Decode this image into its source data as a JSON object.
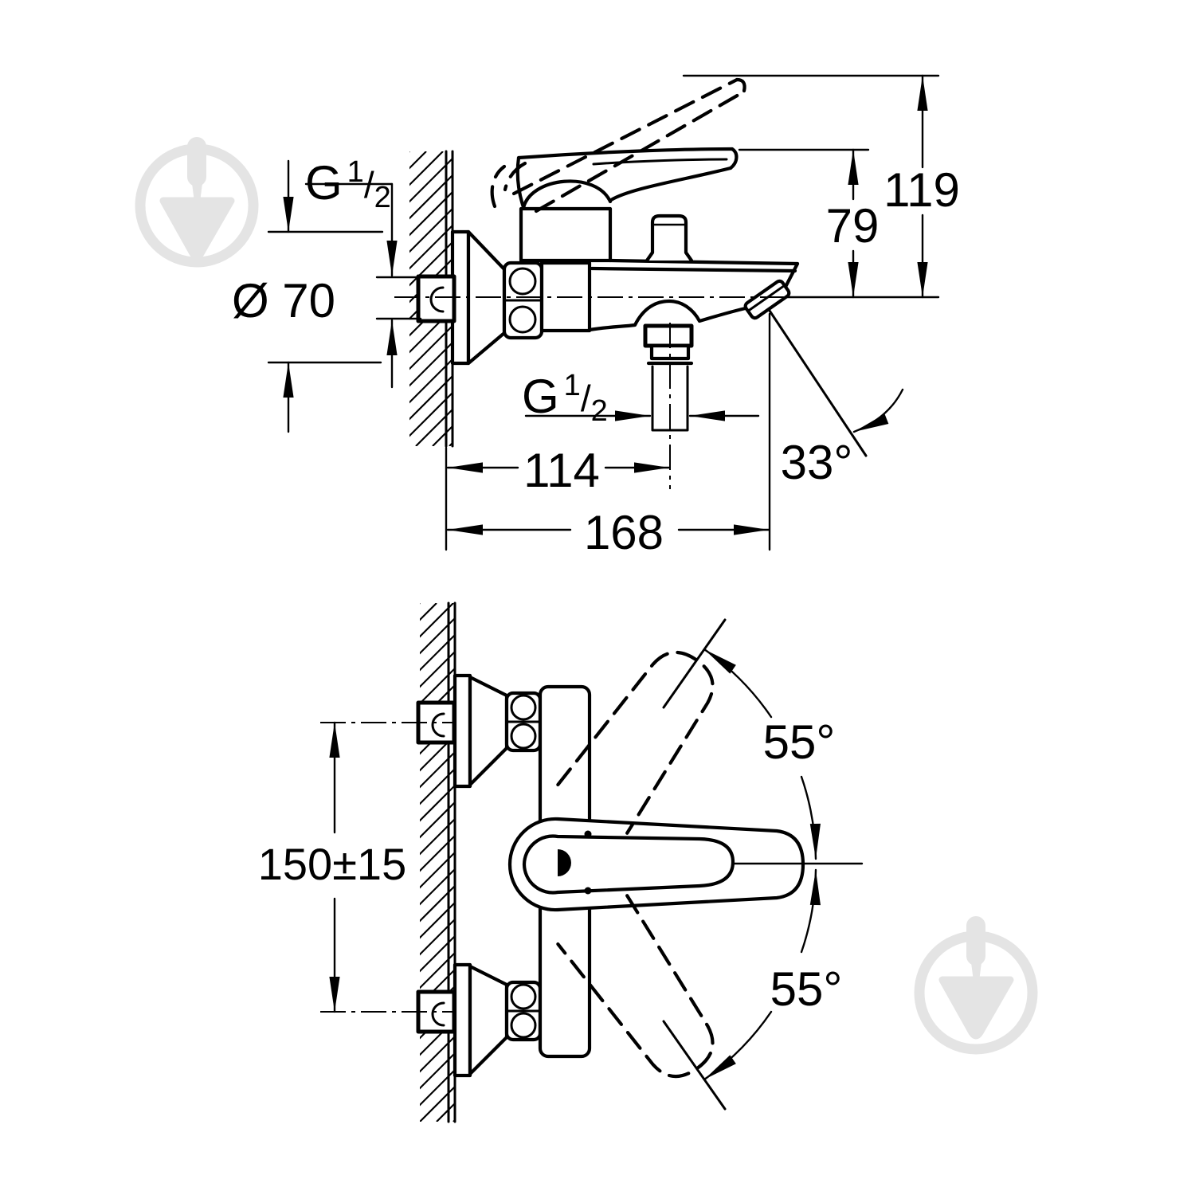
{
  "drawing": {
    "side_view": {
      "wall_thread": {
        "base": "G",
        "numerator": "1",
        "slash": "/",
        "denominator": "2"
      },
      "shower_thread": {
        "base": "G",
        "numerator": "1",
        "slash": "/",
        "denominator": "2"
      },
      "escutcheon_diameter": "Ø 70",
      "overall_height": "119",
      "spout_to_handle_height": "79",
      "shower_outlet_depth": "114",
      "spout_angle": "33°",
      "overall_depth": "168"
    },
    "front_view": {
      "inlet_spacing": "150±15",
      "handle_swing_up": "55°",
      "handle_swing_down": "55°"
    }
  },
  "watermark": {
    "icon": "trowel-logo",
    "color": "#e4e4e4"
  },
  "colors": {
    "line": "#000000",
    "background": "#ffffff"
  }
}
